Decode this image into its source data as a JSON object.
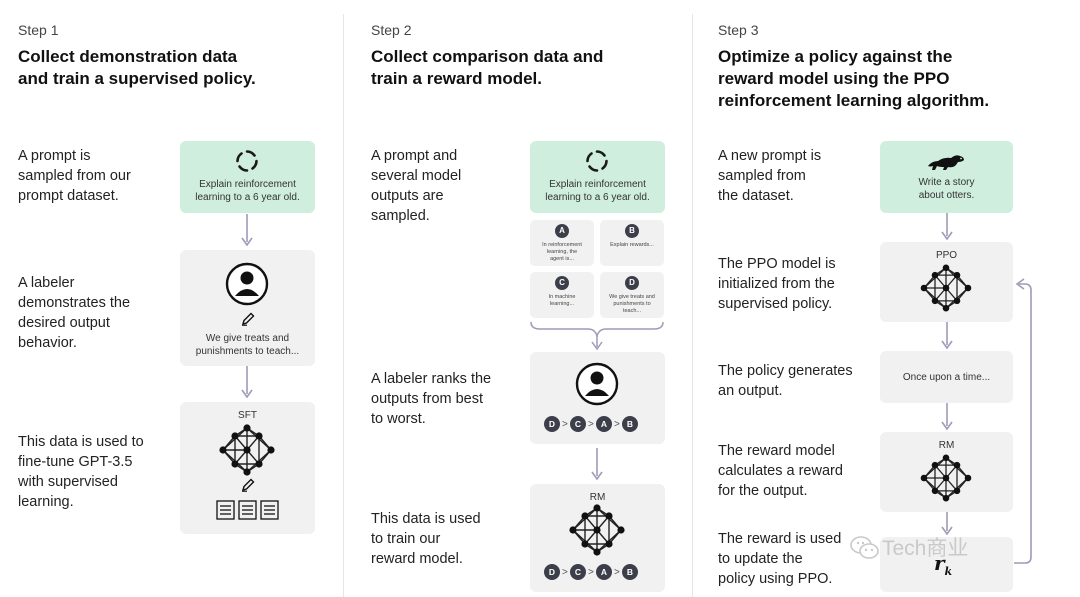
{
  "steps": [
    {
      "label": "Step 1",
      "title": "Collect demonstration data and train a supervised policy.",
      "title_lines": [
        "Collect demonstration data",
        "and train a supervised policy."
      ],
      "descs": [
        [
          "A prompt is",
          "sampled from our",
          "prompt dataset."
        ],
        [
          "A labeler",
          "demonstrates the",
          "desired output",
          "behavior."
        ],
        [
          "This data is used to",
          "fine-tune GPT-3.5",
          "with supervised",
          "learning."
        ]
      ],
      "prompt_lines": [
        "Explain reinforcement",
        "learning to a 6 year old."
      ],
      "demo_lines": [
        "We give treats and",
        "punishments to teach..."
      ],
      "model_label": "SFT"
    },
    {
      "label": "Step 2",
      "title_lines": [
        "Collect comparison data and",
        "train a reward model."
      ],
      "descs": [
        [
          "A prompt and",
          "several model",
          "outputs are",
          "sampled."
        ],
        [
          "A labeler ranks the",
          "outputs from best",
          "to worst."
        ],
        [
          "This data is used",
          "to train our",
          "reward model."
        ]
      ],
      "prompt_lines": [
        "Explain reinforcement",
        "learning to a 6 year old."
      ],
      "outputs": [
        {
          "letter": "A",
          "lines": [
            "In reinforcement",
            "learning, the",
            "agent is..."
          ]
        },
        {
          "letter": "B",
          "lines": [
            "Explain rewards..."
          ]
        },
        {
          "letter": "C",
          "lines": [
            "In machine",
            "learning..."
          ]
        },
        {
          "letter": "D",
          "lines": [
            "We give treats and",
            "punishments to",
            "teach..."
          ]
        }
      ],
      "ranking": [
        "D",
        "C",
        "A",
        "B"
      ],
      "gt": ">",
      "model_label": "RM"
    },
    {
      "label": "Step 3",
      "title_lines": [
        "Optimize a policy against the",
        "reward model using the PPO",
        "reinforcement learning algorithm."
      ],
      "descs": [
        [
          "A new prompt is",
          "sampled from",
          "the dataset."
        ],
        [
          "The PPO model is",
          "initialized from the",
          "supervised policy."
        ],
        [
          "The policy generates",
          "an output."
        ],
        [
          "The reward model",
          "calculates a reward",
          "for the output."
        ],
        [
          "The reward is used",
          "to update the",
          "policy using PPO."
        ]
      ],
      "prompt_lines": [
        "Write a story",
        "about otters."
      ],
      "ppo_label": "PPO",
      "output_text": "Once upon a time...",
      "rm_label": "RM",
      "reward_symbol": "r",
      "reward_sub": "k"
    }
  ],
  "watermark": "Tech商业",
  "colors": {
    "green": "#cfeedd",
    "gray": "#f1f1f1",
    "arrow": "#9d9bb8",
    "dark": "#3c3f4a"
  }
}
